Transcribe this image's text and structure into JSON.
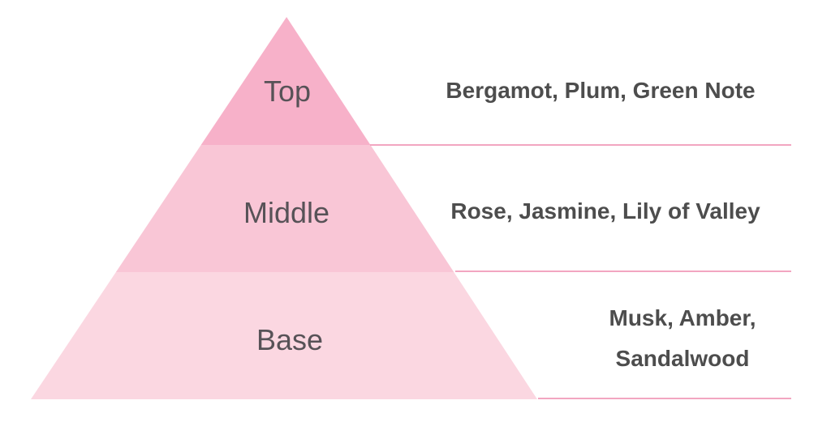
{
  "diagram": {
    "title": "fragrance-note-pyramid",
    "levels": [
      {
        "id": "top",
        "label": "Top",
        "notes": "Bergamot, Plum, Green Note",
        "band_color": "#F7B1C9"
      },
      {
        "id": "middle",
        "label": "Middle",
        "notes": "Rose, Jasmine, Lily of Valley",
        "band_color": "#F9C6D6"
      },
      {
        "id": "base",
        "label": "Base",
        "notes": "Musk, Amber, Sandalwood",
        "notes_lines": [
          "Musk, Amber,",
          "Sandalwood"
        ],
        "band_color": "#FBD7E1"
      }
    ],
    "colors": {
      "divider_line": "#F2A6C1",
      "tier_label_text": "#575257",
      "notes_text": "#4D4D4D",
      "background": "#FFFFFF"
    }
  }
}
